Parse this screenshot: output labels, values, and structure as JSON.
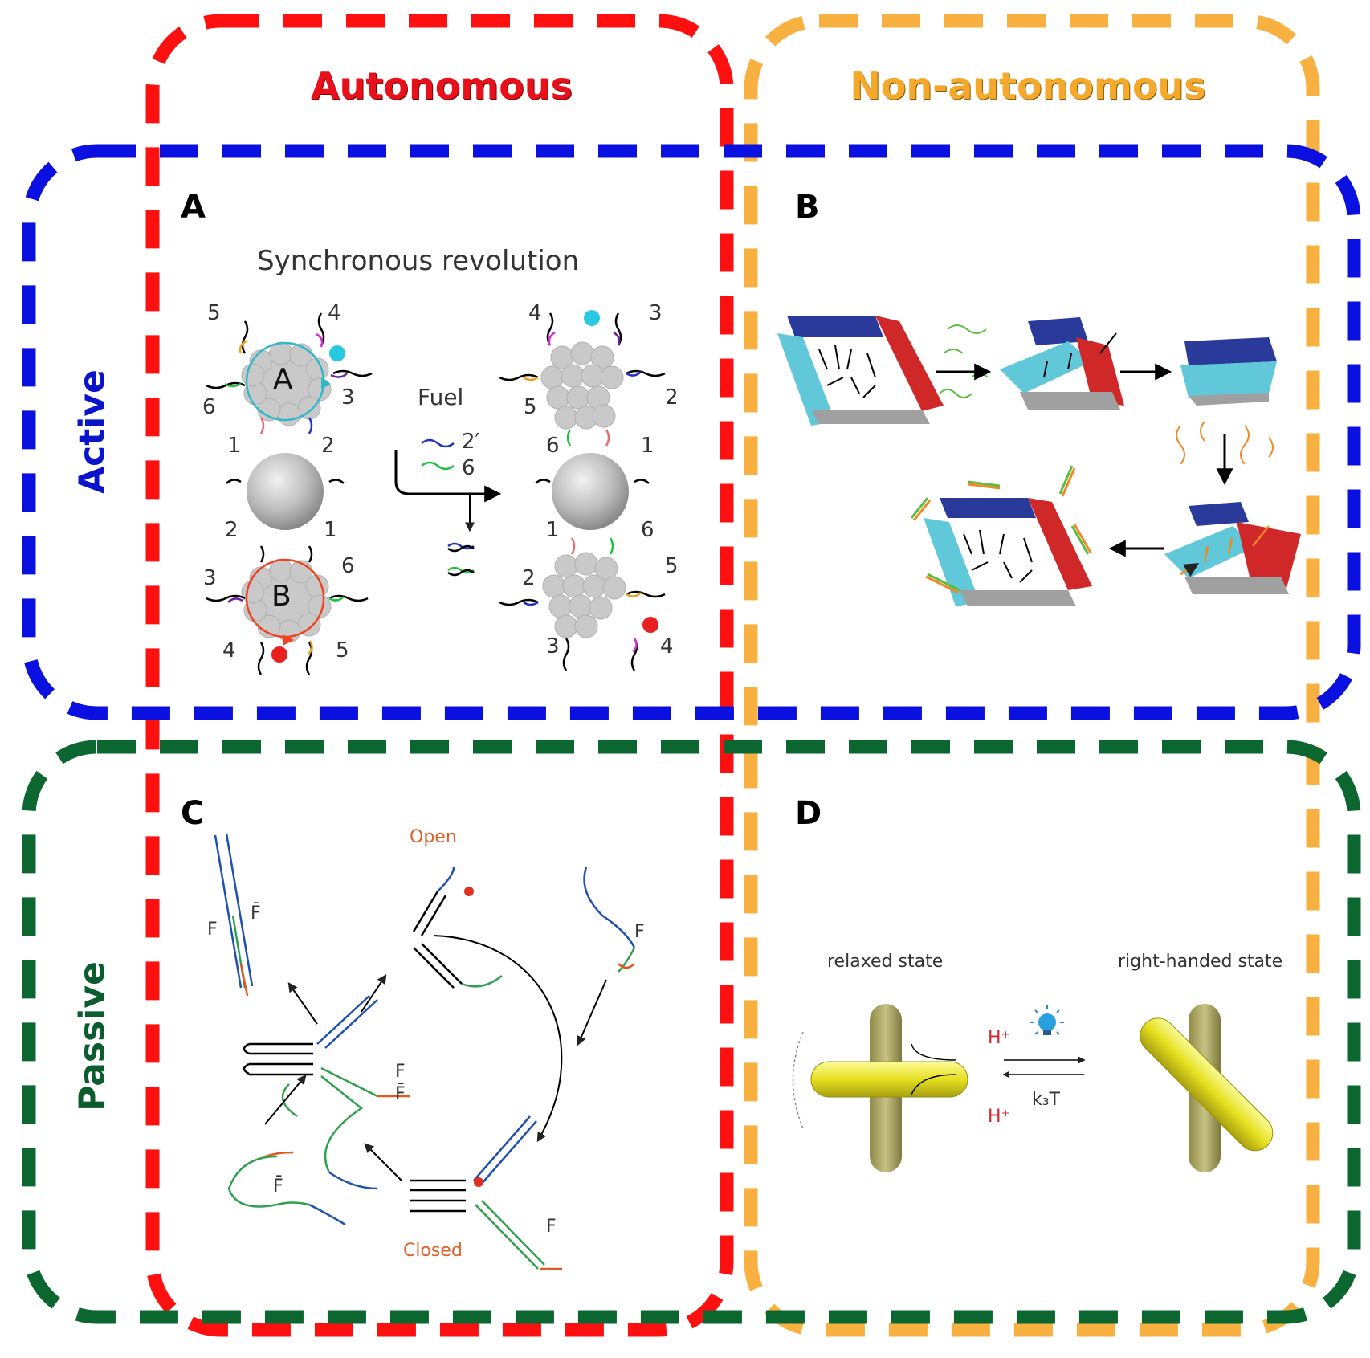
{
  "headers": {
    "autonomous": "Autonomous",
    "non_autonomous": "Non-autonomous",
    "active": "Active",
    "passive": "Passive"
  },
  "colors": {
    "autonomous": "#ff1010",
    "non_autonomous": "#f8b040",
    "active": "#0a10e0",
    "passive": "#0b6630"
  },
  "panels": {
    "A": {
      "label": "A",
      "title": "Synchronous revolution",
      "gear_a": "A",
      "gear_b": "B",
      "fuel": "Fuel",
      "fuel_strands": [
        "2′",
        "6̄"
      ],
      "left_numbers": [
        "5",
        "4",
        "6",
        "3",
        "1",
        "2",
        "2",
        "1",
        "3",
        "6",
        "4",
        "5"
      ],
      "right_numbers": [
        "4",
        "3",
        "5",
        "2",
        "6",
        "1",
        "1",
        "6",
        "2",
        "5",
        "3",
        "4"
      ]
    },
    "B": {
      "label": "B"
    },
    "C": {
      "label": "C",
      "open": "Open",
      "closed": "Closed",
      "f": "F",
      "f_bar": "F̄"
    },
    "D": {
      "label": "D",
      "relaxed": "relaxed state",
      "right_handed": "right-handed state",
      "h_plus": "H⁺",
      "k3t": "k₃T"
    }
  }
}
